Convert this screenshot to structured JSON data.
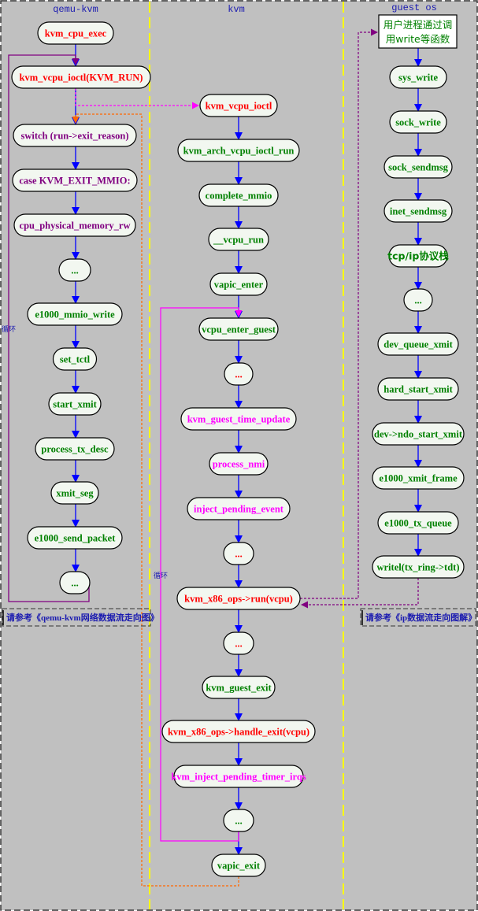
{
  "columns": {
    "qemu": "qemu-kvm",
    "kvm": "kvm",
    "guest": "guest os"
  },
  "qemu_nodes": [
    {
      "label": "kvm_cpu_exec",
      "color": "red"
    },
    {
      "label": "kvm_vcpu_ioctl(KVM_RUN)",
      "color": "red"
    },
    {
      "label": "switch (run->exit_reason)",
      "color": "purple"
    },
    {
      "label": "case KVM_EXIT_MMIO:",
      "color": "purple"
    },
    {
      "label": "cpu_physical_memory_rw",
      "color": "purple"
    },
    {
      "label": "...",
      "color": "green"
    },
    {
      "label": "e1000_mmio_write",
      "color": "green"
    },
    {
      "label": "set_tctl",
      "color": "green"
    },
    {
      "label": "start_xmit",
      "color": "green"
    },
    {
      "label": "process_tx_desc",
      "color": "green"
    },
    {
      "label": "xmit_seg",
      "color": "green"
    },
    {
      "label": "e1000_send_packet",
      "color": "green"
    },
    {
      "label": "...",
      "color": "green"
    }
  ],
  "kvm_nodes": [
    {
      "label": "kvm_vcpu_ioctl",
      "color": "red"
    },
    {
      "label": "kvm_arch_vcpu_ioctl_run",
      "color": "green"
    },
    {
      "label": "complete_mmio",
      "color": "green"
    },
    {
      "label": "__vcpu_run",
      "color": "green"
    },
    {
      "label": "vapic_enter",
      "color": "green"
    },
    {
      "label": "vcpu_enter_guest",
      "color": "green"
    },
    {
      "label": "...",
      "color": "red"
    },
    {
      "label": "kvm_guest_time_update",
      "color": "magenta"
    },
    {
      "label": "process_nmi",
      "color": "magenta"
    },
    {
      "label": "inject_pending_event",
      "color": "magenta"
    },
    {
      "label": "...",
      "color": "red"
    },
    {
      "label": "kvm_x86_ops->run(vcpu)",
      "color": "red"
    },
    {
      "label": "...",
      "color": "red"
    },
    {
      "label": "kvm_guest_exit",
      "color": "green"
    },
    {
      "label": "kvm_x86_ops->handle_exit(vcpu)",
      "color": "red"
    },
    {
      "label": "kvm_inject_pending_timer_irqs",
      "color": "magenta"
    },
    {
      "label": "...",
      "color": "green"
    },
    {
      "label": "vapic_exit",
      "color": "green"
    }
  ],
  "guest_nodes": [
    {
      "label": "sys_write",
      "color": "green"
    },
    {
      "label": "sock_write",
      "color": "green"
    },
    {
      "label": "sock_sendmsg",
      "color": "green"
    },
    {
      "label": "inet_sendmsg",
      "color": "green"
    },
    {
      "label": "tcp/ip协议栈",
      "color": "green"
    },
    {
      "label": "...",
      "color": "green"
    },
    {
      "label": "dev_queue_xmit",
      "color": "green"
    },
    {
      "label": "hard_start_xmit",
      "color": "green"
    },
    {
      "label": "dev->ndo_start_xmit",
      "color": "green"
    },
    {
      "label": "e1000_xmit_frame",
      "color": "green"
    },
    {
      "label": "e1000_tx_queue",
      "color": "green"
    },
    {
      "label": "writel(tx_ring->tdt)",
      "color": "green"
    }
  ],
  "guest_start": {
    "line1": "用户进程通过调",
    "line2": "用write等函数"
  },
  "refs": {
    "qemu": "请参考《qemu-kvm网络数据流走向图》",
    "guest": "请参考《ip数据流走向图解》"
  },
  "loop_labels": {
    "qemu": "循环",
    "kvm": "循环"
  },
  "colors": {
    "background": "#c0c0c0",
    "node_fill": "#f2f7f0",
    "red": "#ff0000",
    "green": "#008000",
    "purple": "#800080",
    "magenta": "#ff00ff",
    "blue_arrow": "#0000ff",
    "header": "#1a1ab0",
    "divider": "#ffff00",
    "orange_dashed": "#ff6600"
  }
}
